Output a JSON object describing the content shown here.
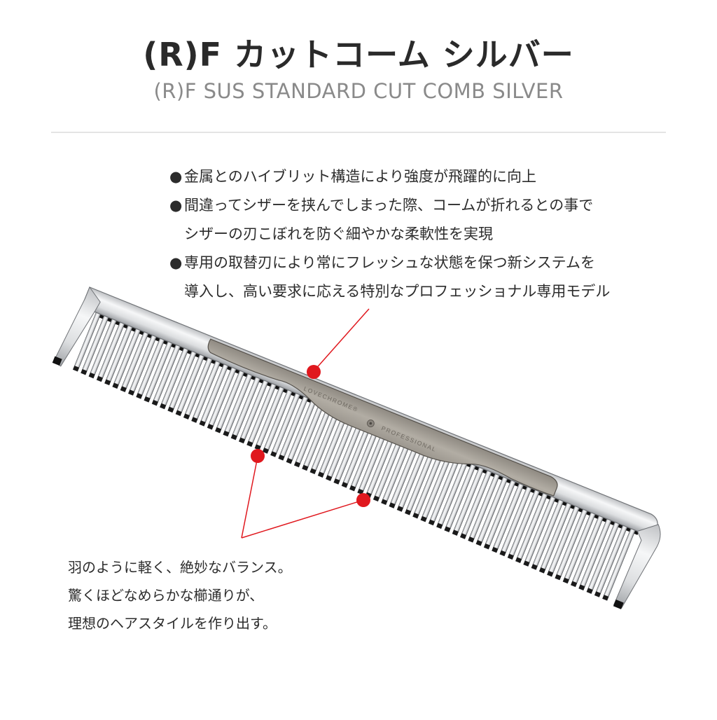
{
  "header": {
    "title": "(R)F カットコーム シルバー",
    "subtitle": "(R)F SUS STANDARD CUT COMB SILVER"
  },
  "features": {
    "bullet_glyph": "●",
    "items": [
      {
        "line1": "金属とのハイブリット構造により強度が飛躍的に向上",
        "line2": ""
      },
      {
        "line1": "間違ってシザーを挟んでしまった際、コームが折れるとの事で",
        "line2": "シザーの刃こぼれを防ぐ細やかな柔軟性を実現"
      },
      {
        "line1": "専用の取替刃により常にフレッシュな状態を保つ新システムを",
        "line2": "導入し、高い要求に応える特別なプロフェッショナル専用モデル"
      }
    ]
  },
  "product_image": {
    "brand_engraving": "LOVECHROME®",
    "model_engraving": "PROFESSIONAL",
    "teeth_count": 68
  },
  "tagline": {
    "lines": [
      "羽のように軽く、絶妙なバランス。",
      "驚くほどなめらかな櫛通りが、",
      "理想のヘアスタイルを作り出す。"
    ]
  },
  "colors": {
    "callout_red": "#e0181e",
    "title_text": "#2a2a2a",
    "subtitle_text": "#8a8a8a",
    "divider": "#e4e4e4",
    "insert_metal": "#a9a39a",
    "chrome": "#e9eaec"
  }
}
